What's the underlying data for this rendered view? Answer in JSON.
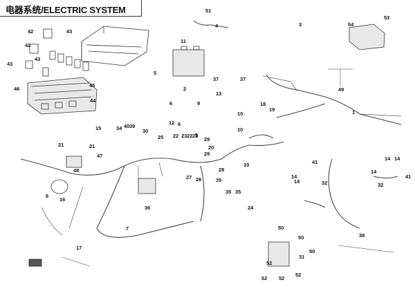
{
  "title": "电器系统/ELECTRIC SYSTEM",
  "callouts": [
    "1",
    "2",
    "3",
    "4",
    "5",
    "6",
    "7",
    "8",
    "9",
    "10",
    "10",
    "11",
    "12",
    "13",
    "14",
    "14",
    "14",
    "14",
    "14",
    "15",
    "16",
    "17",
    "18",
    "19",
    "20",
    "21",
    "21",
    "22",
    "23",
    "22",
    "23",
    "24",
    "25",
    "26",
    "27",
    "28",
    "29",
    "29",
    "30",
    "31",
    "32",
    "32",
    "33",
    "34",
    "35",
    "35",
    "35",
    "36",
    "37",
    "37",
    "38",
    "39",
    "40",
    "41",
    "41",
    "42",
    "42",
    "43",
    "43",
    "43",
    "44",
    "45",
    "46",
    "47",
    "48",
    "49",
    "50",
    "50",
    "50",
    "51",
    "52",
    "52",
    "52",
    "52",
    "53",
    "54",
    "6",
    "9"
  ]
}
